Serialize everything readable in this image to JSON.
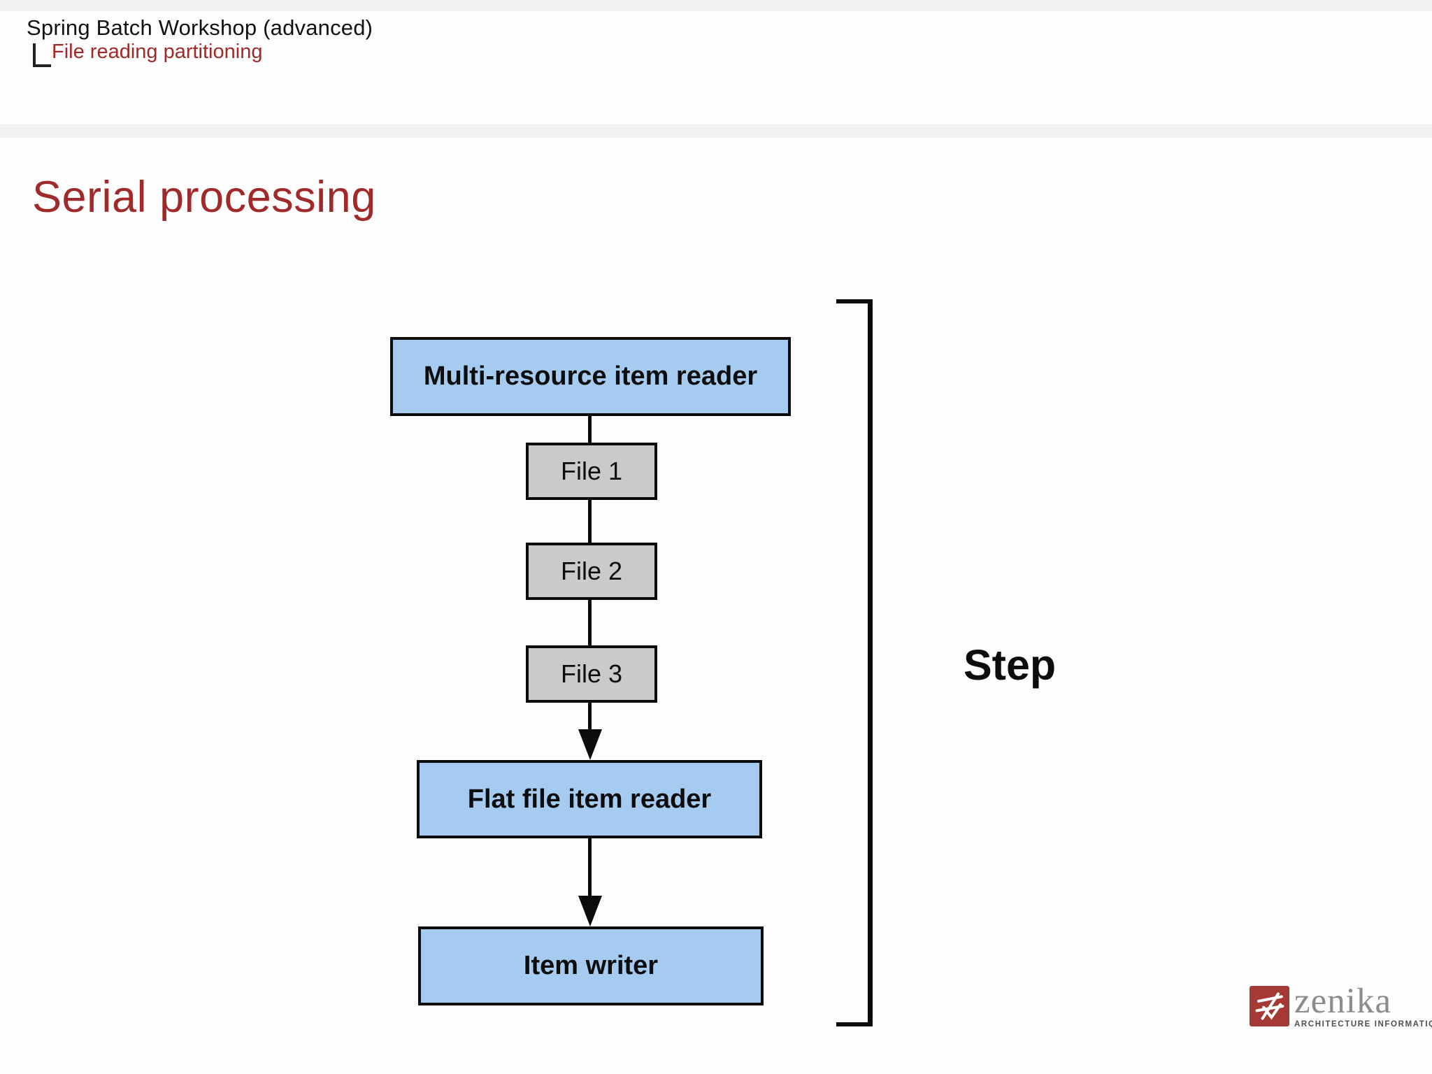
{
  "header": {
    "deck_title": "Spring Batch Workshop (advanced)",
    "section": "File reading partitioning"
  },
  "slide": {
    "title": "Serial processing"
  },
  "diagram": {
    "nodes": [
      {
        "id": "multi-resource-item-reader",
        "label": "Multi-resource item reader",
        "type": "reader"
      },
      {
        "id": "file-1",
        "label": "File 1",
        "type": "file"
      },
      {
        "id": "file-2",
        "label": "File 2",
        "type": "file"
      },
      {
        "id": "file-3",
        "label": "File 3",
        "type": "file"
      },
      {
        "id": "flat-file-item-reader",
        "label": "Flat file item reader",
        "type": "reader"
      },
      {
        "id": "item-writer",
        "label": "Item writer",
        "type": "writer"
      }
    ],
    "edges": [
      {
        "from": "multi-resource-item-reader",
        "to": "file-1",
        "arrow": false
      },
      {
        "from": "file-1",
        "to": "file-2",
        "arrow": false
      },
      {
        "from": "file-2",
        "to": "file-3",
        "arrow": false
      },
      {
        "from": "file-3",
        "to": "flat-file-item-reader",
        "arrow": true
      },
      {
        "from": "flat-file-item-reader",
        "to": "item-writer",
        "arrow": true
      }
    ],
    "bracket_label": "Step",
    "colors": {
      "reader_fill": "#a5cbf1",
      "file_fill": "#cacaca",
      "border": "#0b0b0b"
    }
  },
  "logo": {
    "wordmark": "zenika",
    "tagline": "ARCHITECTURE INFORMATIQUE",
    "square_color": "#a43a33"
  },
  "colors": {
    "accent_red": "#a02a2a",
    "band_gray": "#f1f1f1",
    "background": "#fdfdfd"
  }
}
